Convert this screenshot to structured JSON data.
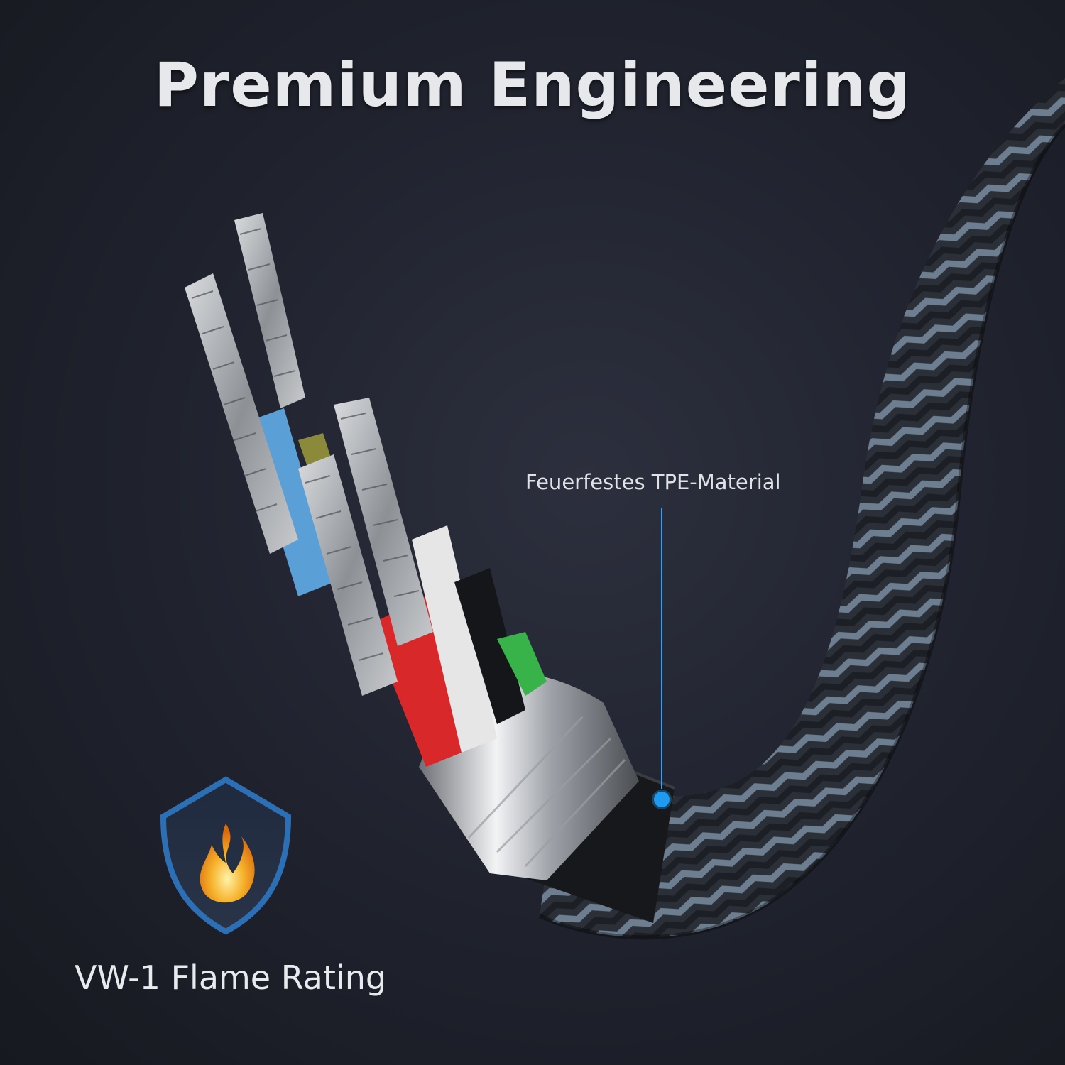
{
  "headline": "Premium Engineering",
  "callout": {
    "label": "Feuerfestes TPE-Material",
    "accent_color": "#1e9bf0"
  },
  "badge": {
    "icon": "shield-flame-icon",
    "label": "VW-1 Flame Rating",
    "shield_color": "#2d6fb5",
    "flame_color": "#f0a21a"
  },
  "wire_colors": [
    "#5a9fd6",
    "#8a8a3a",
    "#d8282a",
    "#e8e8e8",
    "#38b349",
    "#1a1a1a"
  ]
}
